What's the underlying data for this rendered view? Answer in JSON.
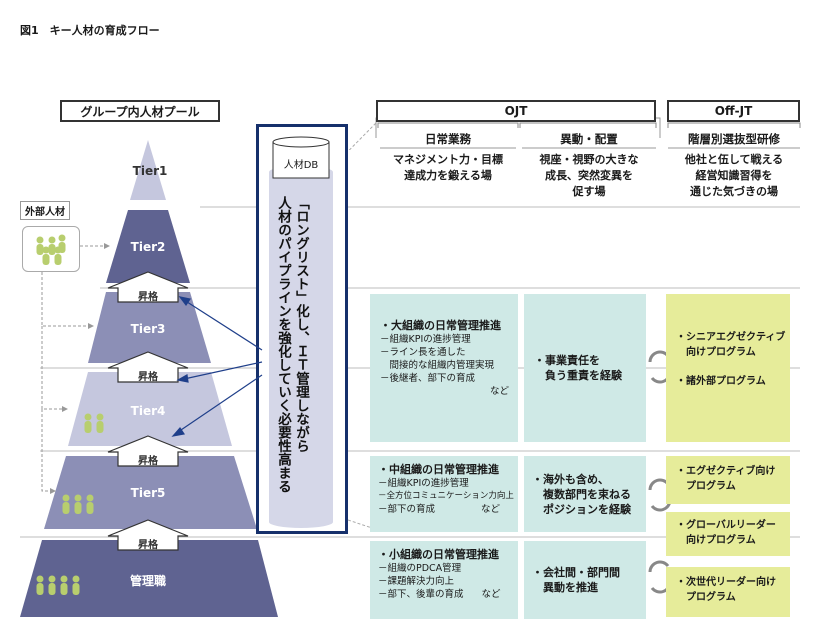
{
  "figure_title": "図1　キー人材の育成フロー",
  "headers": {
    "pool": "グループ内人材プール",
    "ojt": "OJT",
    "offjt": "Off-JT"
  },
  "subheaders": {
    "daily": "日常業務",
    "transfer": "異動・配置",
    "training": "階層別選抜型研修"
  },
  "descriptions": {
    "daily": "マネジメント力・目標\n達成力を鍛える場",
    "transfer": "視座・視野の大きな\n成長、突然変異を\n促す場",
    "training": "他社と伍して戦える\n経営知識習得を\n通じた気づきの場"
  },
  "external_label": "外部人材",
  "db_label": "人材DB",
  "vertical_text": {
    "line1": "「ロングリスト」化し、ＩＴ管理しながら",
    "line2": "人材のパイプラインを強化していく必要性高まる"
  },
  "tiers": [
    "Tier1",
    "Tier2",
    "Tier3",
    "Tier4",
    "Tier5",
    "管理職"
  ],
  "promotion_label": "昇格",
  "ojt_daily": [
    {
      "title": "・大組織の日常管理推進",
      "lines": [
        "－組織KPIの進捗管理",
        "－ライン長を通した",
        "　間接的な組織内管理実現",
        "－後継者、部下の育成"
      ],
      "tail": "など"
    },
    {
      "title": "・中組織の日常管理推進",
      "lines": [
        "－組織KPIの進捗管理",
        "－全方位コミュニケーション力向上",
        "－部下の育成"
      ],
      "tail": "など"
    },
    {
      "title": "・小組織の日常管理推進",
      "lines": [
        "－組織のPDCA管理",
        "－課題解決力向上",
        "－部下、後輩の育成"
      ],
      "tail": "など"
    }
  ],
  "ojt_transfer": [
    "・事業責任を\n　負う重責を経験",
    "・海外も含め、\n　複数部門を束ねる\n　ポジションを経験",
    "・会社間・部門間\n　異動を推進"
  ],
  "offjt_programs": [
    [
      "・シニアエグゼクティブ\n　向けプログラム",
      "・諸外部プログラム"
    ],
    [
      "・エグゼクティブ向け\n　プログラム"
    ],
    [
      "・グローバルリーダー\n　向けプログラム"
    ],
    [
      "・次世代リーダー向け\n　プログラム"
    ]
  ],
  "colors": {
    "tier_dark": "#5f6391",
    "tier_mid": "#8c8fb6",
    "tier_light": "#c5c7de",
    "db_frame": "#16306b",
    "teal": "#cfe9e6",
    "yellow": "#e6ec9a",
    "arrow_blue": "#1f3f8a",
    "figure_color": "#b8ce6e"
  }
}
